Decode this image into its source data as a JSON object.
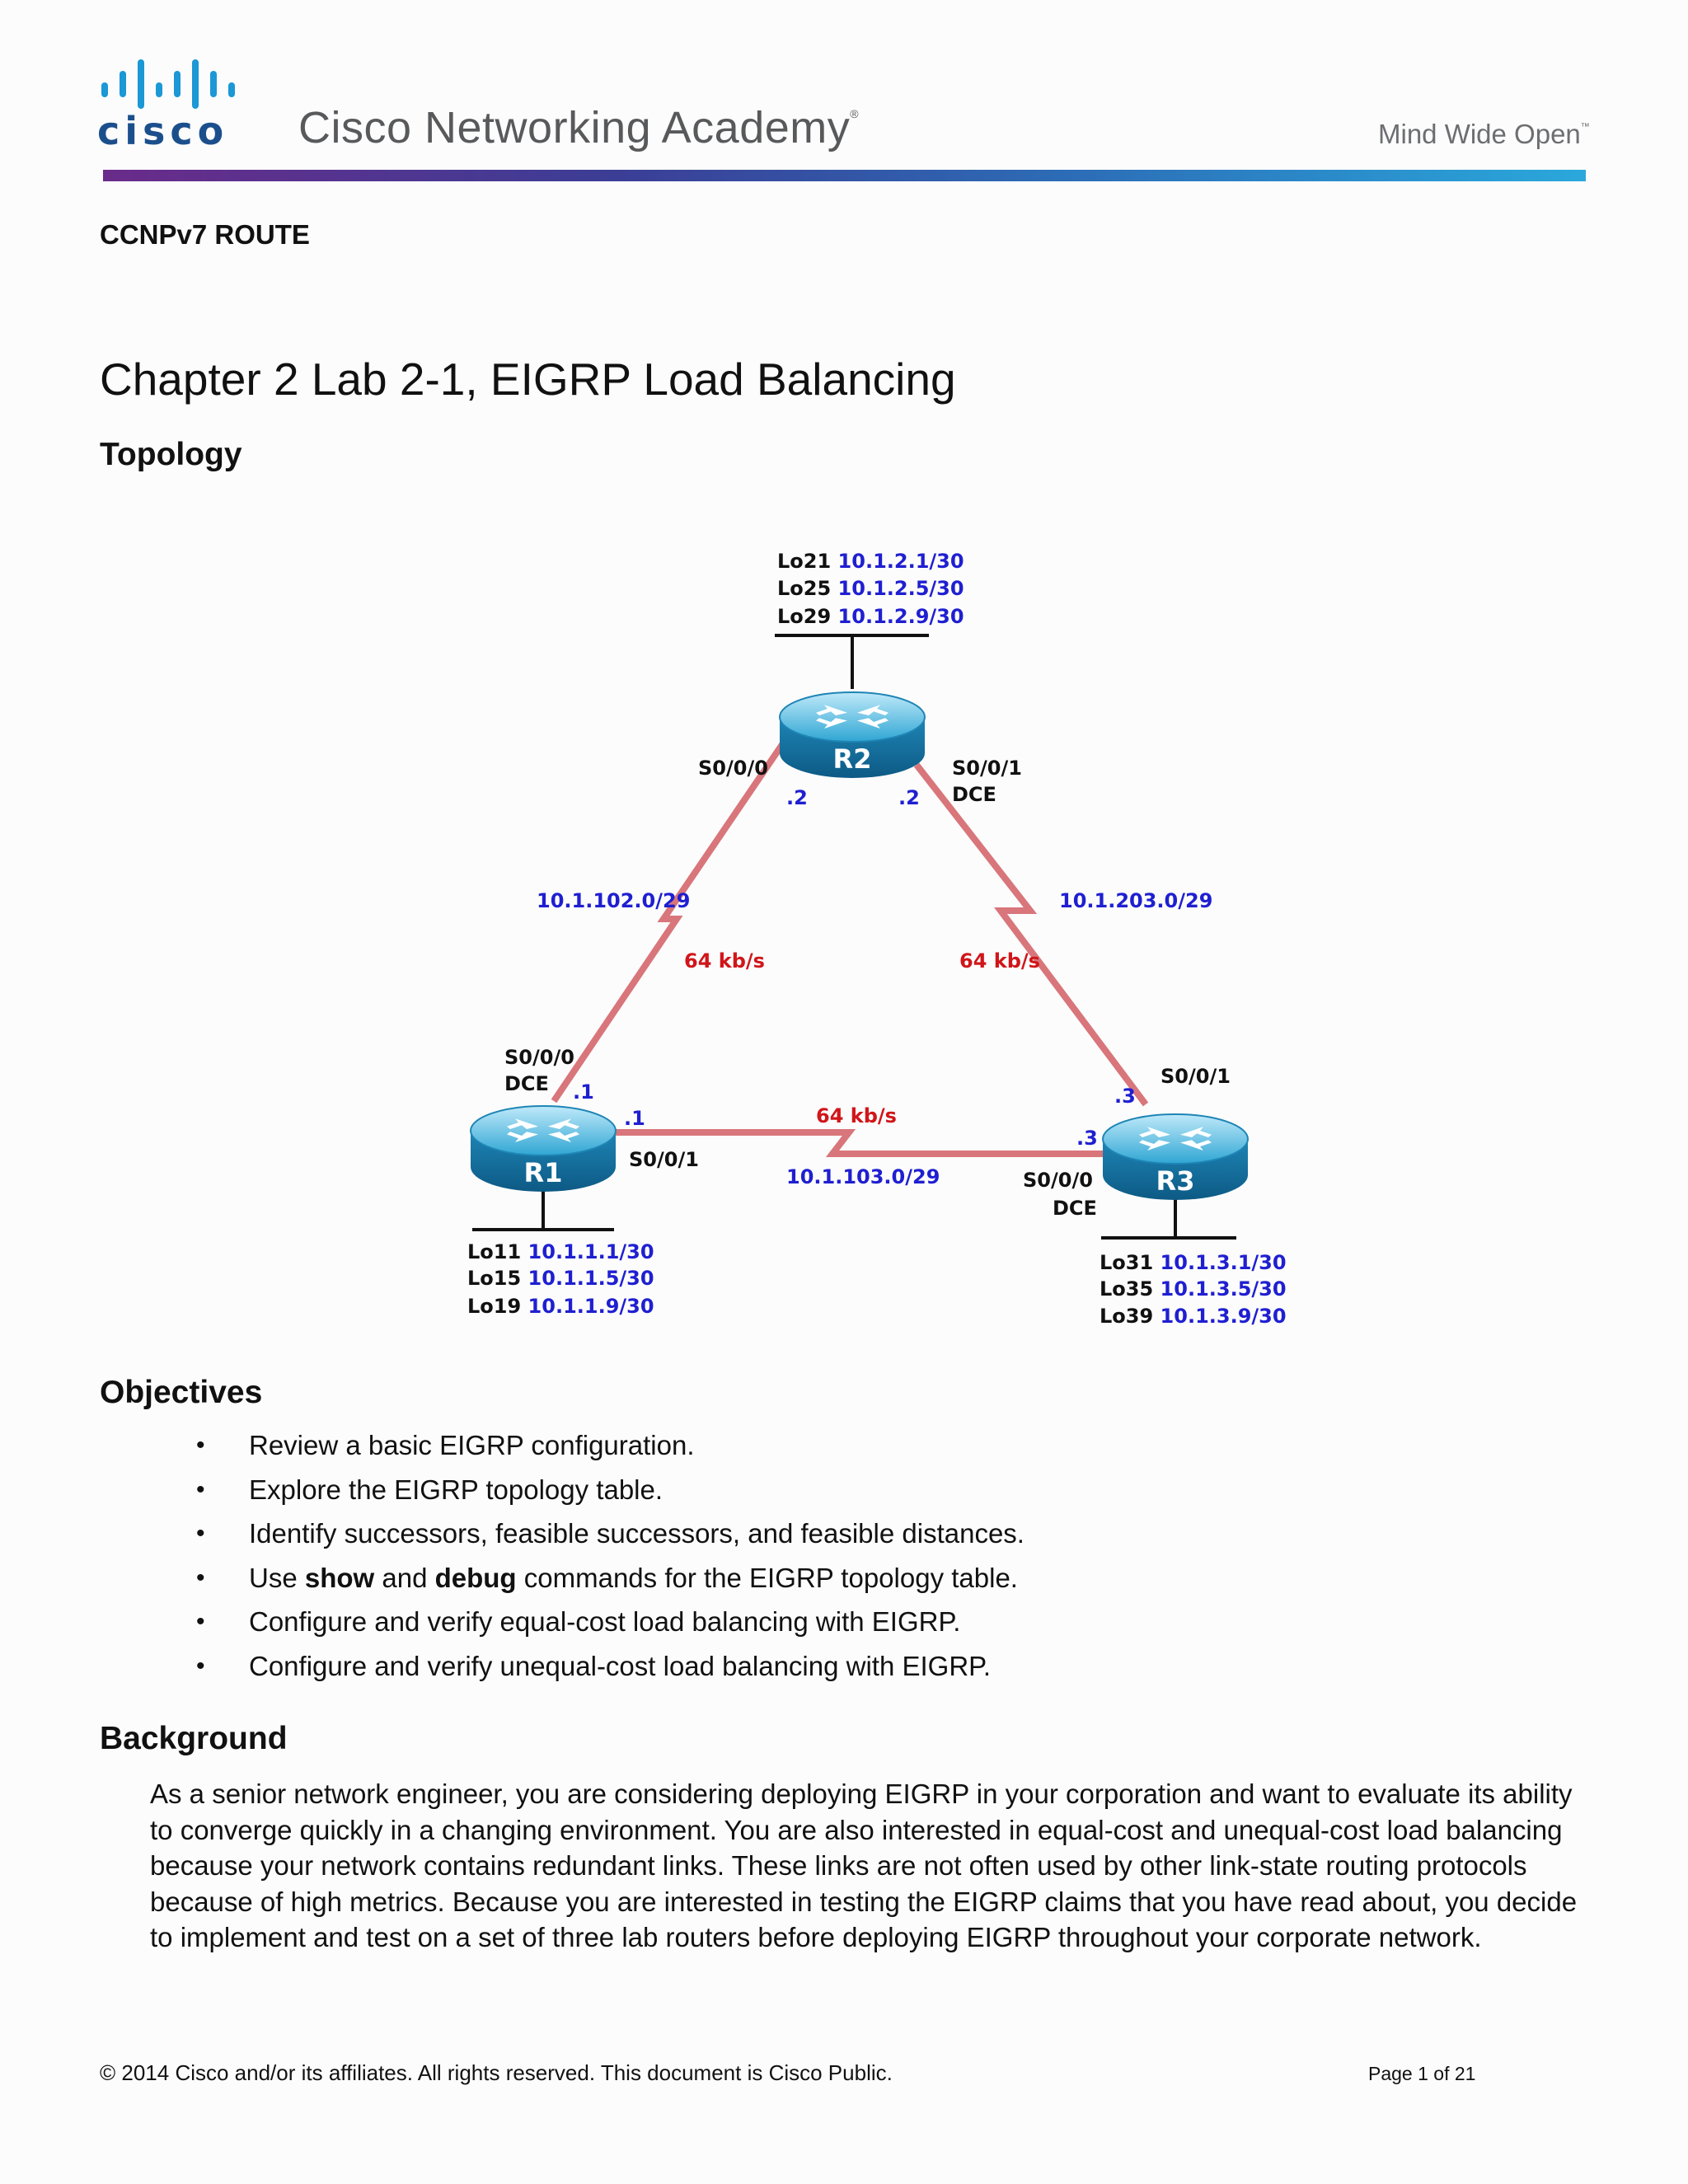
{
  "header": {
    "logo_text": "cisco",
    "academy_title": "Cisco Networking Academy",
    "registered_mark": "®",
    "tagline": "Mind Wide Open",
    "trademark": "™",
    "brand_colors": [
      "#6a2b8a",
      "#2c6cb6",
      "#2aa8dc"
    ]
  },
  "course_label": "CCNPv7 ROUTE",
  "lab_title": "Chapter 2 Lab 2-1, EIGRP Load Balancing",
  "topology": {
    "heading": "Topology",
    "r2": {
      "name": "R2",
      "loopbacks": [
        {
          "name": "Lo21",
          "ip": "10.1.2.1/30"
        },
        {
          "name": "Lo25",
          "ip": "10.1.2.5/30"
        },
        {
          "name": "Lo29",
          "ip": "10.1.2.9/30"
        }
      ],
      "if_left": "S0/0/0",
      "host_left": ".2",
      "if_right": "S0/0/1",
      "dce_right": "DCE",
      "host_right": ".2"
    },
    "r1": {
      "name": "R1",
      "loopbacks": [
        {
          "name": "Lo11",
          "ip": "10.1.1.1/30"
        },
        {
          "name": "Lo15",
          "ip": "10.1.1.5/30"
        },
        {
          "name": "Lo19",
          "ip": "10.1.1.9/30"
        }
      ],
      "if_top": "S0/0/0",
      "dce_top": "DCE",
      "host_top": ".1",
      "host_right": ".1",
      "if_right": "S0/0/1"
    },
    "r3": {
      "name": "R3",
      "loopbacks": [
        {
          "name": "Lo31",
          "ip": "10.1.3.1/30"
        },
        {
          "name": "Lo35",
          "ip": "10.1.3.5/30"
        },
        {
          "name": "Lo39",
          "ip": "10.1.3.9/30"
        }
      ],
      "if_top": "S0/0/1",
      "host_top": ".3",
      "host_left": ".3",
      "if_left": "S0/0/0",
      "dce_left": "DCE"
    },
    "links": {
      "r1_r2": {
        "network": "10.1.102.0/29",
        "speed": "64 kb/s"
      },
      "r2_r3": {
        "network": "10.1.203.0/29",
        "speed": "64 kb/s"
      },
      "r1_r3": {
        "network": "10.1.103.0/29",
        "speed": "64 kb/s"
      }
    }
  },
  "objectives": {
    "heading": "Objectives",
    "items": [
      {
        "parts": [
          {
            "text": "Review a basic EIGRP configuration.",
            "bold": false
          }
        ]
      },
      {
        "parts": [
          {
            "text": "Explore the EIGRP topology table.",
            "bold": false
          }
        ]
      },
      {
        "parts": [
          {
            "text": "Identify successors, feasible successors, and feasible distances.",
            "bold": false
          }
        ]
      },
      {
        "parts": [
          {
            "text": "Use ",
            "bold": false
          },
          {
            "text": "show",
            "bold": true
          },
          {
            "text": " and ",
            "bold": false
          },
          {
            "text": "debug",
            "bold": true
          },
          {
            "text": " commands for the EIGRP topology table.",
            "bold": false
          }
        ]
      },
      {
        "parts": [
          {
            "text": "Configure and verify equal-cost load balancing with EIGRP.",
            "bold": false
          }
        ]
      },
      {
        "parts": [
          {
            "text": "Configure and verify unequal-cost load balancing with EIGRP.",
            "bold": false
          }
        ]
      }
    ]
  },
  "background": {
    "heading": "Background",
    "paragraph": "As a senior network engineer, you are considering deploying EIGRP in your corporation and want to evaluate its ability to converge quickly in a changing environment. You are also interested in equal-cost and unequal-cost load balancing because your network contains redundant links. These links are not often used by other link-state routing protocols because of high metrics. Because you are interested in testing the EIGRP claims that you have read about, you decide to implement and test on a set of three lab routers before deploying EIGRP throughout your corporate network."
  },
  "footer": {
    "copyright": "© 2014 Cisco and/or its affiliates. All rights reserved. This document is Cisco Public.",
    "page": "Page 1 of 21"
  }
}
